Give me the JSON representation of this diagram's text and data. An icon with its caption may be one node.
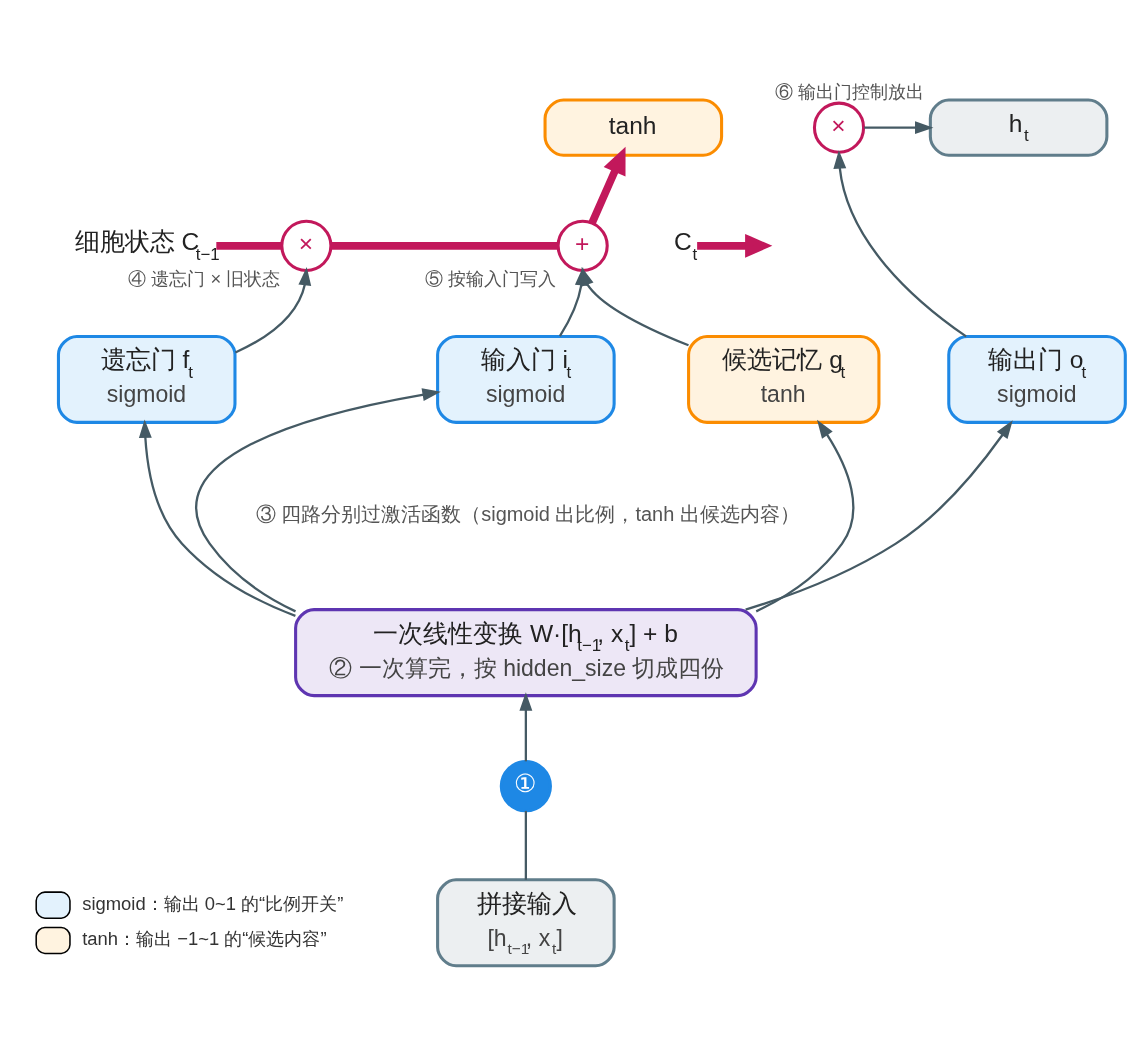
{
  "diagram": {
    "nodes": [
      {
        "text": [
          "细胞状态 C$_{t−1}$"
        ]
      },
      {
        "text": [
          "×"
        ],
        "beside": [
          "④ 遗忘门 × 旧状态"
        ]
      },
      {
        "text": [
          "+"
        ],
        "beside": [
          "⑤ 按输入门写入"
        ]
      },
      {
        "text": [
          "C$_{t}$"
        ]
      },
      {
        "text": [
          "tanh"
        ]
      },
      {
        "text": [
          "×"
        ],
        "beside": [
          "⑥ 输出门控制放出"
        ]
      },
      {
        "text": [
          "h$_{t}$"
        ]
      },
      {
        "text": [
          "遗忘门 f$_{t}$",
          "sigmoid"
        ]
      },
      {
        "text": [
          "输入门 i$_{t}$",
          "sigmoid"
        ]
      },
      {
        "text": [
          "候选记忆 g$_{t}$",
          "tanh"
        ]
      },
      {
        "text": [
          "输出门 o$_{t}$",
          "sigmoid"
        ]
      },
      {
        "text": [
          "一次线性变换 W·[h$_{t−1}$, x$_{t}$] + b",
          "② 一次算完，按 hidden_size 切成四份"
        ]
      },
      {
        "text": [
          "①"
        ]
      },
      {
        "text": [
          "拼接输入",
          "[h$_{t−1}$, x$_{t}$]"
        ]
      }
    ],
    "edges": [
      {
        "from": 0,
        "to": 1,
        "arrow": "none",
        "style": "thick",
        "color": "#c2185b"
      },
      {
        "from": 1,
        "to": 2,
        "arrow": "none",
        "style": "thick",
        "color": "#c2185b"
      },
      {
        "from": 2,
        "to": 4,
        "arrow": "to",
        "style": "thick",
        "color": "#c2185b"
      },
      {
        "from": 3,
        "to": null,
        "arrow": "to",
        "style": "thick",
        "color": "#c2185b"
      },
      {
        "from": 5,
        "to": 6,
        "arrow": "to"
      },
      {
        "from": 7,
        "to": 1,
        "arrow": "to"
      },
      {
        "from": 8,
        "to": 2,
        "arrow": "to"
      },
      {
        "from": 9,
        "to": 2,
        "arrow": "to"
      },
      {
        "from": 10,
        "to": 5,
        "arrow": "to"
      },
      {
        "from": 11,
        "to": 7,
        "arrow": "to"
      },
      {
        "from": 11,
        "to": 8,
        "arrow": "to"
      },
      {
        "from": 11,
        "to": 9,
        "arrow": "to"
      },
      {
        "from": 11,
        "to": 10,
        "arrow": "to"
      },
      {
        "from": 13,
        "to": 12,
        "arrow": "none"
      },
      {
        "from": 12,
        "to": 11,
        "arrow": "to"
      }
    ],
    "labels": [
      "③ 四路分别过激活函数（sigmoid 出比例，tanh 出候选内容）"
    ],
    "legend": [
      {
        "text": "sigmoid：输出 0~1 的“比例开关”",
        "color": "#e3f2fd"
      },
      {
        "text": "tanh：输出 −1~1 的“候选内容”",
        "color": "#fff3e0"
      }
    ]
  }
}
